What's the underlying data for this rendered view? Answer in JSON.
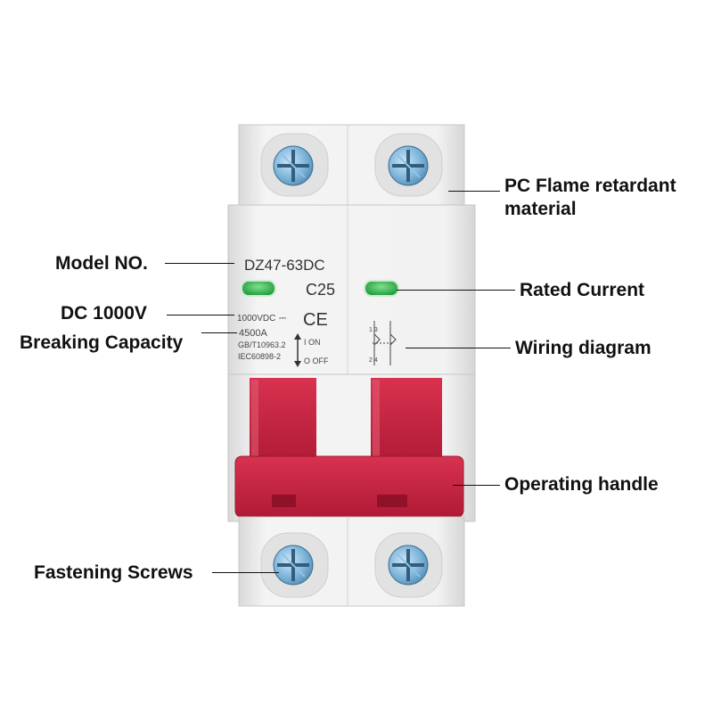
{
  "callouts": {
    "pc_material_line1": "PC Flame retardant",
    "pc_material_line2": "material",
    "model_no": "Model NO.",
    "dc_voltage": "DC 1000V",
    "breaking_capacity": "Breaking Capacity",
    "rated_current": "Rated Current",
    "wiring_diagram": "Wiring diagram",
    "operating_handle": "Operating handle",
    "fastening_screws": "Fastening Screws"
  },
  "device": {
    "model": "DZ47-63DC",
    "rating": "C25",
    "voltage": "1000VDC",
    "current_symbol": "⎓",
    "ce_mark": "CE",
    "breaking": "4500A",
    "standard_1": "GB/T10963.2",
    "standard_2": "IEC60898-2",
    "on_label": "I ON",
    "off_label": "O OFF",
    "wiring_top": "1  3",
    "wiring_bottom": "2  4"
  },
  "colors": {
    "body": "#ececec",
    "handle": "#c8213f",
    "handle_dark": "#a3182f",
    "indicator": "#2fb24a",
    "screw": "#6aa8d0"
  }
}
